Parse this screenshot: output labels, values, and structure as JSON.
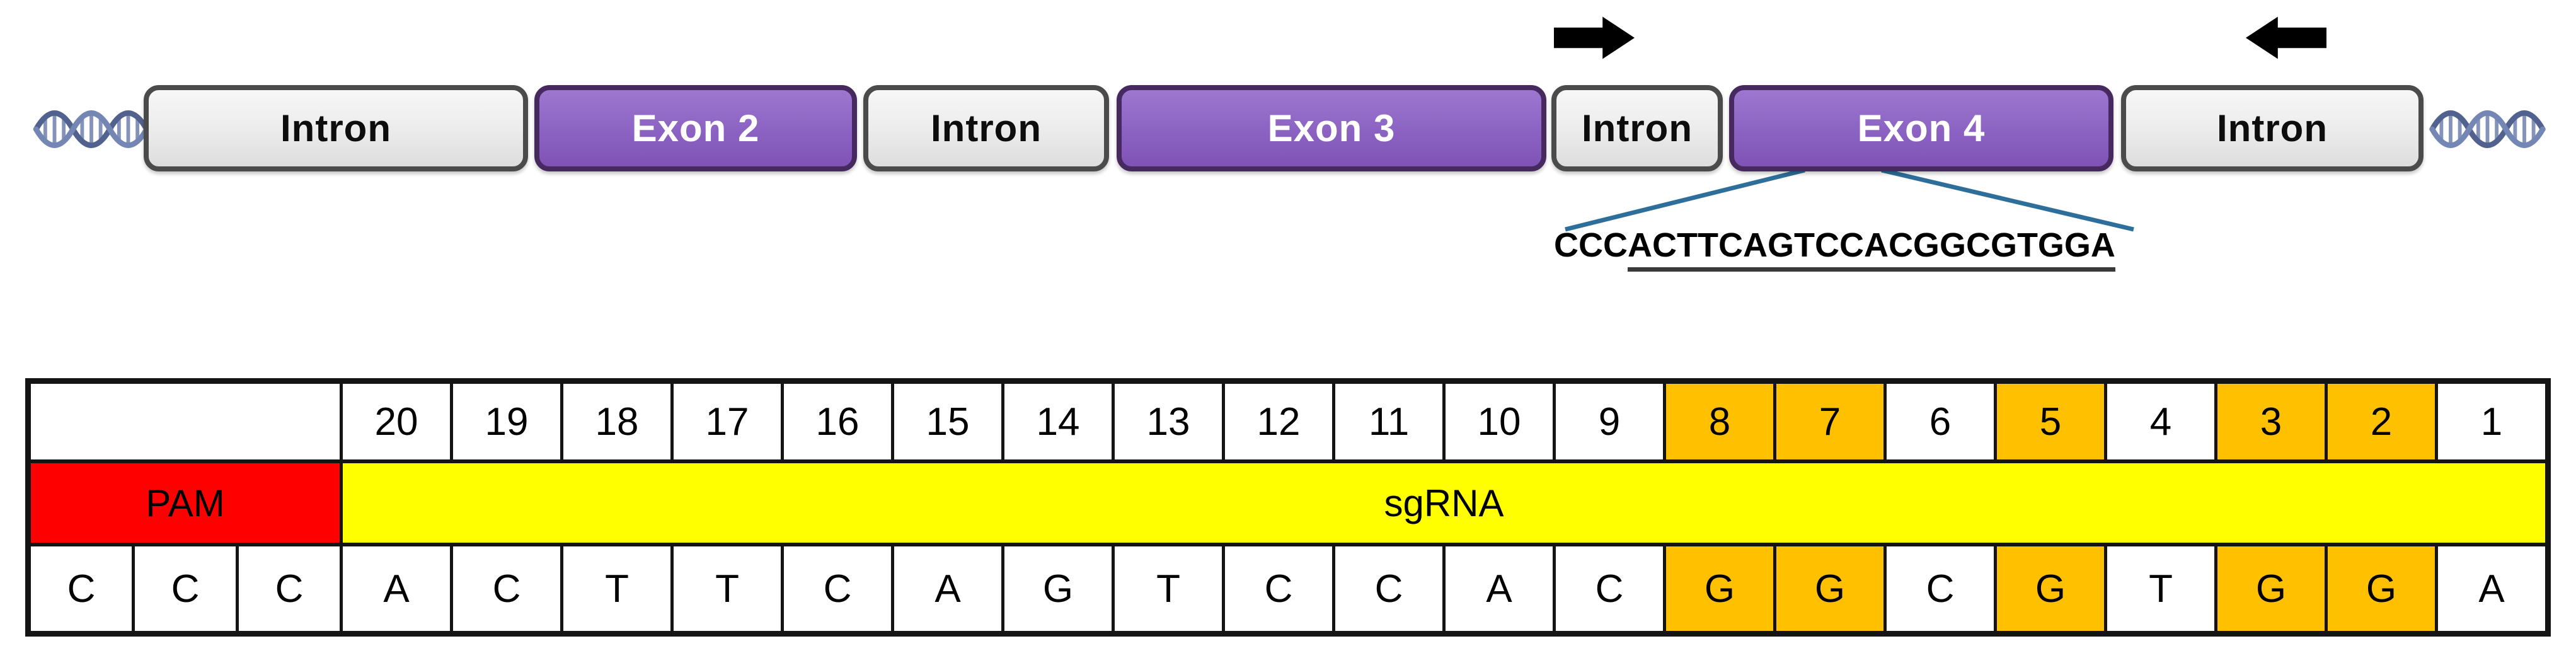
{
  "gene_track": {
    "segments": [
      {
        "label": "Intron",
        "type": "intron"
      },
      {
        "label": "Exon 2",
        "type": "exon"
      },
      {
        "label": "Intron",
        "type": "intron"
      },
      {
        "label": "Exon 3",
        "type": "exon"
      },
      {
        "label": "Intron",
        "type": "intron"
      },
      {
        "label": "Exon 4",
        "type": "exon"
      },
      {
        "label": "Intron",
        "type": "intron"
      }
    ],
    "icons": {
      "left_end": "dna-helix",
      "right_end": "dna-helix",
      "forward_primer": "right-block-arrow",
      "reverse_primer": "left-block-arrow"
    }
  },
  "sequence_callout": {
    "pam_part": "CCC",
    "underlined_part": "ACTTCAGTCCACGGCGTGGA",
    "full_sequence": "CCCACTTCAGTCCACGGCGTGGA"
  },
  "table": {
    "pam_label": "PAM",
    "sgrna_label": "sgRNA",
    "positions": [
      "20",
      "19",
      "18",
      "17",
      "16",
      "15",
      "14",
      "13",
      "12",
      "11",
      "10",
      "9",
      "8",
      "7",
      "6",
      "5",
      "4",
      "3",
      "2",
      "1"
    ],
    "highlighted_positions": [
      "8",
      "7",
      "5",
      "3",
      "2"
    ],
    "nucleotides": [
      "C",
      "C",
      "C",
      "A",
      "C",
      "T",
      "T",
      "C",
      "A",
      "G",
      "T",
      "C",
      "C",
      "A",
      "C",
      "G",
      "G",
      "C",
      "G",
      "T",
      "G",
      "G",
      "A"
    ],
    "highlighted_nucleotides": [
      "G",
      "G",
      "G",
      "G",
      "G"
    ]
  },
  "colors": {
    "pam_red": "#FF0000",
    "sgrna_yellow": "#FFFF00",
    "highlight_orange": "#FFC000",
    "exon_purple": "#8B62C2",
    "exon_border": "#46295F",
    "intron_gray": "#EBEBEB",
    "intron_border": "#4B4B4B",
    "callout_line_teal": "#2D6F9A",
    "helix_blue": "#6F82B0",
    "table_border_black": "#141414"
  }
}
